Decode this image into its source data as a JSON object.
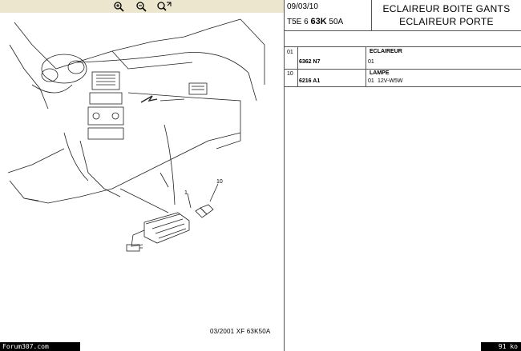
{
  "toolbar": {
    "buttons": [
      {
        "name": "zoom-in-icon"
      },
      {
        "name": "zoom-out-icon"
      },
      {
        "name": "zoom-fit-icon"
      }
    ]
  },
  "diagram": {
    "callouts": [
      "1",
      "10"
    ],
    "footer_ref": "03/2001  XF 63K50A"
  },
  "header": {
    "date": "09/03/10",
    "code_prefix": "T5E 6 ",
    "code_bold": "63K",
    "code_suffix": " 50A",
    "title_line1": "ECLAIREUR BOITE GANTS",
    "title_line2": "ECLAIREUR PORTE"
  },
  "parts": [
    {
      "ref": "01",
      "number": "6362 N7",
      "name": "ECLAIREUR",
      "qty": "01",
      "detail": ""
    },
    {
      "ref": "10",
      "number": "6216 A1",
      "name": "LAMPE",
      "qty": "01",
      "detail": "12V-W5W"
    }
  ],
  "status": {
    "left": "Forum307.com",
    "right": "91 ko"
  }
}
